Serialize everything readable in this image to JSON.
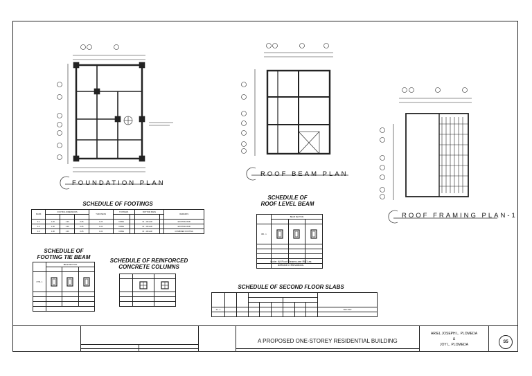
{
  "drawings": {
    "foundation_plan": "FOUNDATION PLAN",
    "roof_beam_plan": "ROOF BEAM PLAN",
    "roof_framing_plan": "ROOF FRAMING PLAN-1"
  },
  "schedules": {
    "footings": {
      "title": "SCHEDULE OF FOOTINGS",
      "headers": [
        "MARK",
        "FOOTING DIMENSIONS",
        "THICKNESS",
        "TOP BARS",
        "BOTTOM BARS",
        "REMARKS"
      ],
      "rows": [
        [
          "F-1",
          "1.20",
          "1.20",
          "0.25",
          "1.20",
          "NONE",
          "12 - 16mmØ",
          "EXISTING RSB"
        ],
        [
          "F-2",
          "1.00",
          "1.00",
          "0.25",
          "1.00",
          "NONE",
          "10 - 16mmØ",
          "EXISTING RSB"
        ],
        [
          "F-3",
          "1.00",
          "1.00",
          "0.25",
          "1.00",
          "NONE",
          "10 - 16mmØ",
          "COMBINED FOOTING"
        ]
      ]
    },
    "roof_level_beam": {
      "title_line1": "SCHEDULE OF",
      "title_line2": "ROOF LEVEL BEAM",
      "header": "BEAM SECTION",
      "mark": "RB - 1",
      "note_line1": "Note: All Roof Beams are RB1 as",
      "note_line2": "defined in Elevations."
    },
    "footing_tie_beam": {
      "title_line1": "SCHEDULE OF",
      "title_line2": "FOOTING TIE BEAM",
      "header": "BEAM SECTION",
      "mark": "FTB - 1"
    },
    "reinforced_columns": {
      "title_line1": "SCHEDULE OF REINFORCED",
      "title_line2": "CONCRETE COLUMNS"
    },
    "second_floor_slabs": {
      "title": "SCHEDULE OF SECOND FLOOR SLABS",
      "mark": "SL - 1",
      "remarks": "TWO WAY"
    }
  },
  "title_block": {
    "project": "A PROPOSED ONE-STOREY RESIDENTIAL BUILDING",
    "owner_line1": "ARIEL JOSEPH L. PLOMEDA",
    "owner_line2": "&",
    "owner_line3": "JOY L. PLOMEDA",
    "sheet_no": "S5"
  }
}
